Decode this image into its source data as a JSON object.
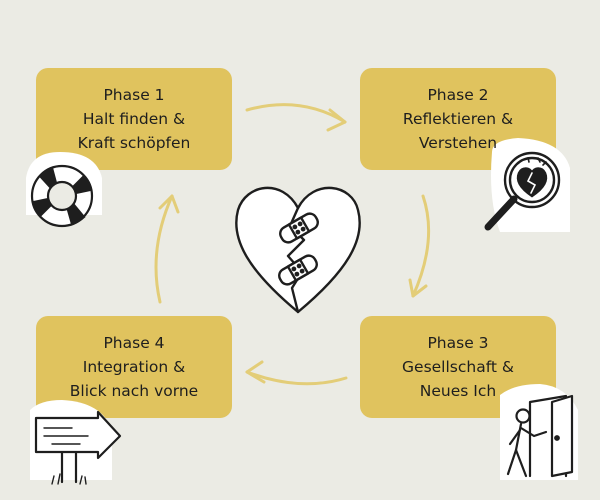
{
  "colors": {
    "background": "#ebebe4",
    "card": "#e0c35e",
    "arrow": "#e3cd78",
    "ink": "#1e1e1e"
  },
  "phases": [
    {
      "title": "Phase 1",
      "line1": "Halt finden &",
      "line2": "Kraft schöpfen",
      "icon": "life-ring-icon"
    },
    {
      "title": "Phase 2",
      "line1": "Reflektieren &",
      "line2": "Verstehen",
      "icon": "magnifier-broken-heart-icon"
    },
    {
      "title": "Phase 3",
      "line1": "Gesellschaft &",
      "line2": "Neues Ich",
      "icon": "person-entering-door-icon"
    },
    {
      "title": "Phase 4",
      "line1": "Integration &",
      "line2": "Blick nach vorne",
      "icon": "signpost-arrow-icon"
    }
  ],
  "center_icon": "bandaged-broken-heart-icon"
}
